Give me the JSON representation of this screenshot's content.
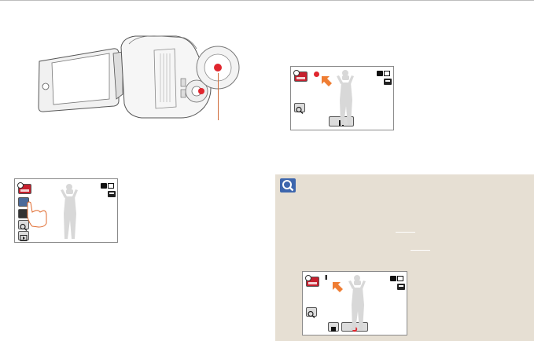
{
  "page": {
    "callout_color": "#cf6a38",
    "tip_background": "#e6dfd3",
    "tip_icon": "magnifier-icon"
  },
  "illustration": {
    "camcorder": "camcorder-open-lcd",
    "record_button": "record-button-highlight"
  },
  "screen_standby": {
    "icons": [
      "video-mode-icon",
      "battery-icon",
      "memory-card-icon",
      "smart-auto-icon",
      "mode-icon",
      "zoom-icon",
      "playback-icon"
    ]
  },
  "screen_recording": {
    "icons": [
      "video-mode-icon",
      "record-indicator-icon",
      "tap-arrow-icon",
      "battery-icon",
      "memory-card-icon",
      "zoom-icon",
      "pause-button-icon"
    ]
  },
  "screen_paused": {
    "pause_symbol": "II",
    "icons": [
      "video-mode-icon",
      "tap-arrow-icon",
      "battery-icon",
      "memory-card-icon",
      "zoom-icon",
      "stop-button-icon",
      "record-button-icon"
    ]
  }
}
